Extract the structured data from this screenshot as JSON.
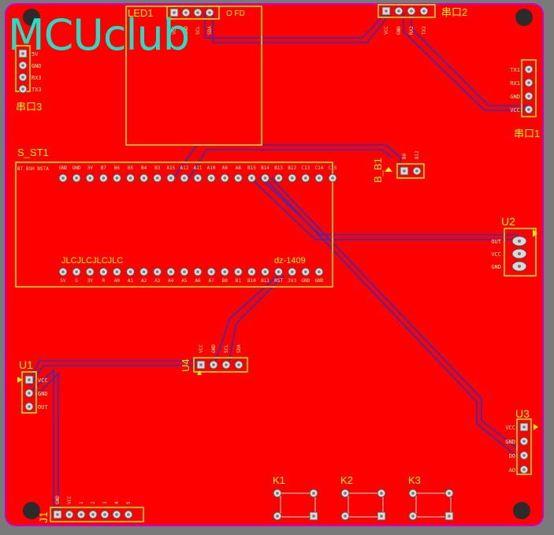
{
  "board": {
    "logo": "MCUclub",
    "colors": {
      "board": "#ff0000",
      "edge": "#cc00cc",
      "silk": "#f5f500",
      "trace": "#2a30c8",
      "logo": "#22e0c8"
    }
  },
  "components": {
    "led1": {
      "ref": "LED1",
      "side_text": "O FD",
      "pins": [
        "VCC",
        "GND",
        "SCL",
        "SDA"
      ]
    },
    "serial2": {
      "ref": "串口2",
      "pins": [
        "VCC",
        "GND",
        "RX2",
        "TX2"
      ]
    },
    "serial3": {
      "ref": "串口3",
      "pins": [
        "5V",
        "GND",
        "RX3",
        "TX3"
      ]
    },
    "serial1": {
      "ref": "串口1",
      "pins": [
        "TX1",
        "RX1",
        "GND",
        "VCC"
      ]
    },
    "s_st1": {
      "ref": "S_ST1",
      "label_left": "JLCJLCJLCJLC",
      "label_right": "dz-1409",
      "top_header": "BT BSH BSTA",
      "top_pins": [
        "GND",
        "GND",
        "3V",
        "B7",
        "B6",
        "B5",
        "B4",
        "B3",
        "A15",
        "A12",
        "A11",
        "A10",
        "A9",
        "A8",
        "B15",
        "B14",
        "B13",
        "B12",
        "C13",
        "C14",
        "C15"
      ],
      "bottom_pins": [
        "5V",
        "G",
        "3V",
        "R",
        "A0",
        "A1",
        "A2",
        "A3",
        "A4",
        "A5",
        "A6",
        "A7",
        "B0",
        "B1",
        "B10",
        "B11",
        "RST",
        "3V3",
        "GND",
        "GND"
      ]
    },
    "b_b1": {
      "ref": "B_B1",
      "pins": [
        "B0",
        "B12"
      ]
    },
    "u2": {
      "ref": "U2",
      "pins": [
        "OUT",
        "VCC",
        "GND"
      ]
    },
    "u1": {
      "ref": "U1",
      "pins": [
        "VCC",
        "GND",
        "OUT"
      ]
    },
    "u4": {
      "ref": "U4",
      "pins": [
        "VCC",
        "GND",
        "SCL",
        "SDA"
      ]
    },
    "u3": {
      "ref": "U3",
      "pins": [
        "VCC",
        "GND",
        "DO",
        "AO"
      ]
    },
    "j1": {
      "ref": "J1",
      "pins": [
        "GND",
        "VCC",
        "1",
        "2",
        "3",
        "4",
        "5"
      ]
    },
    "k1": {
      "ref": "K1"
    },
    "k2": {
      "ref": "K2"
    },
    "k3": {
      "ref": "K3"
    }
  }
}
